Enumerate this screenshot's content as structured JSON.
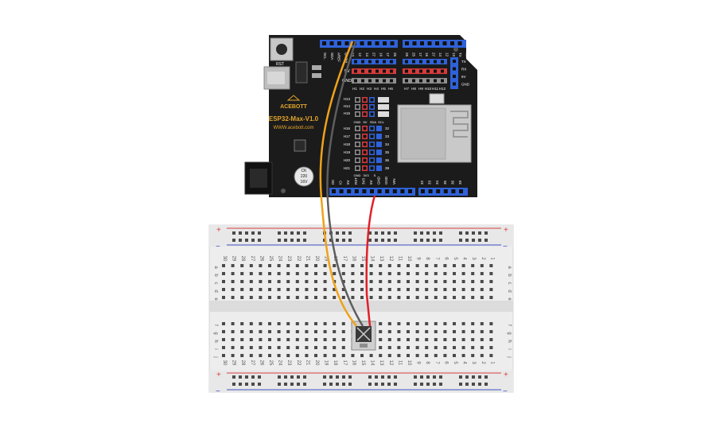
{
  "board": {
    "brand": "ACEBOTT",
    "model": "ESP32-Max-V1.0",
    "website": "WWW.acebott.com",
    "reset_label": "RST",
    "capacitor_top": "CK",
    "capacitor_mid": "220",
    "capacitor_bot": "16V",
    "left_header_labels": [
      "SCL",
      "SDA",
      "AREF",
      "GND",
      "13",
      "12",
      "14",
      "27",
      "16",
      "17",
      "25"
    ],
    "right_header_labels": [
      "26",
      "25",
      "17",
      "16",
      "27",
      "14",
      "12",
      "13",
      "TX",
      "RX"
    ],
    "rail_labels": [
      "S",
      "5V",
      "GND"
    ],
    "h_top_left": [
      "H1",
      "H2",
      "H3",
      "H4",
      "H5",
      "H6"
    ],
    "h_top_right": [
      "H7",
      "H8",
      "H9",
      "H10",
      "H11",
      "H12"
    ],
    "side_labels": [
      "TX",
      "RX",
      "5V",
      "GND"
    ],
    "h_mid": [
      "H13",
      "H14",
      "H15"
    ],
    "h_mid_foot": [
      "GND",
      "5V",
      "SDA",
      "SCL"
    ],
    "h_low": [
      "H16",
      "H17",
      "H18",
      "H19",
      "H20",
      "H21"
    ],
    "h_low_nums": [
      "32",
      "33",
      "34",
      "35",
      "36",
      "39"
    ],
    "h_low_foot": [
      "GND",
      "3V3",
      "S"
    ],
    "bottom_labels": [
      "D0",
      "IO",
      "5V",
      "RST",
      "3V3",
      "5V",
      "GND",
      "GND",
      "VIN",
      "",
      "32",
      "33",
      "34",
      "35",
      "36",
      "39"
    ]
  },
  "breadboard": {
    "rail_plus": "+",
    "rail_minus": "−",
    "columns_top": [
      "30",
      "29",
      "28",
      "27",
      "26",
      "25",
      "24",
      "23",
      "22",
      "21",
      "20",
      "19",
      "18",
      "17",
      "16",
      "15",
      "14",
      "13",
      "12",
      "11",
      "10",
      "9",
      "8",
      "7",
      "6",
      "5",
      "4",
      "3",
      "2",
      "1"
    ],
    "rows_top": [
      "a",
      "b",
      "c",
      "d",
      "e"
    ],
    "rows_bottom": [
      "f",
      "g",
      "h",
      "i",
      "j"
    ]
  },
  "colors": {
    "pcb": "#1b1b1b",
    "header_blue": "#2f62d9",
    "wire_orange": "#f0a21a",
    "wire_gray": "#5e5e5e",
    "wire_red": "#e0202a",
    "rail_red": "#d94040",
    "rail_blue": "#3b4fc4"
  }
}
